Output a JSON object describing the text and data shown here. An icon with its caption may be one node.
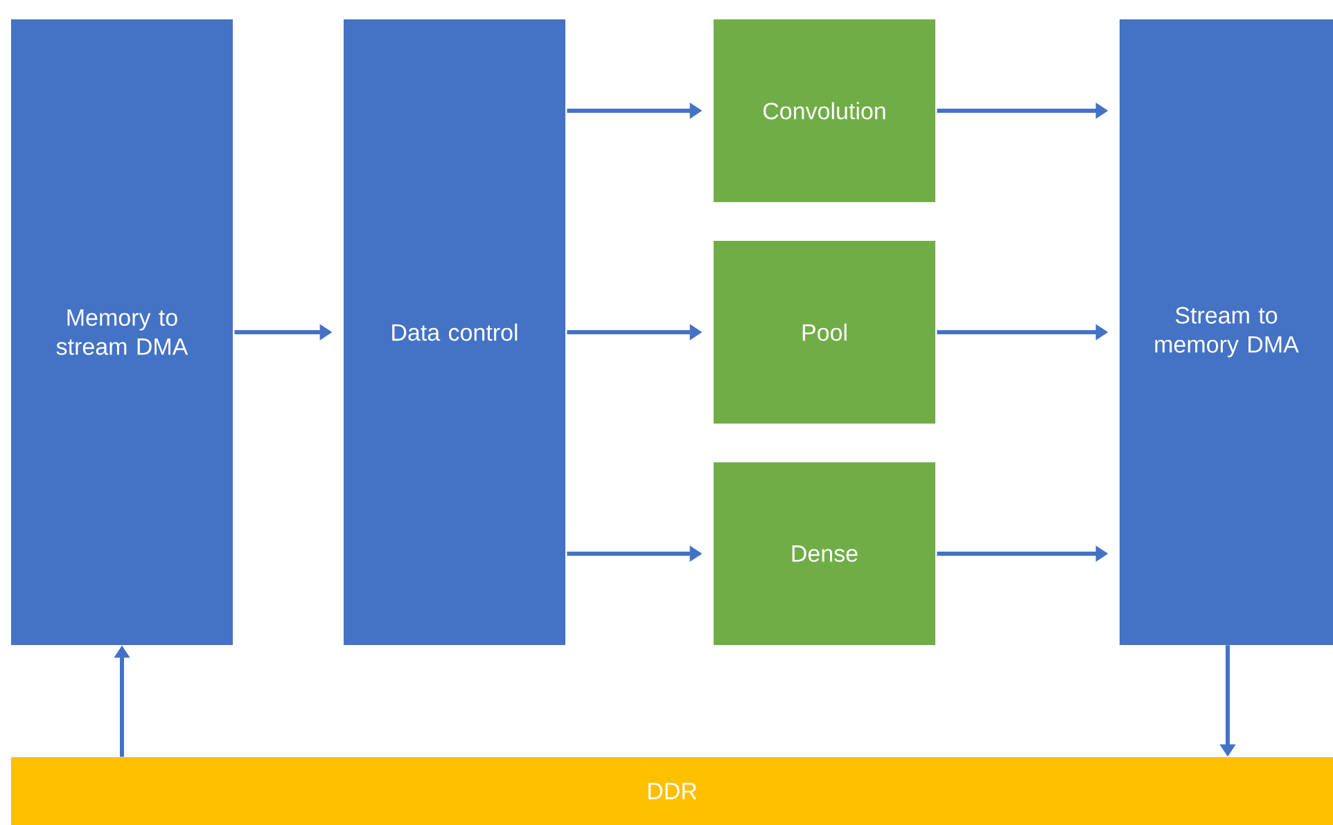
{
  "diagram": {
    "nodes": [
      {
        "text": [
          "Memory to stream DMA"
        ]
      },
      {
        "text": [
          "Data control"
        ]
      },
      {
        "text": [
          "Convolution"
        ]
      },
      {
        "text": [
          "Pool"
        ]
      },
      {
        "text": [
          "Dense"
        ]
      },
      {
        "text": [
          "Stream to memory DMA"
        ]
      },
      {
        "text": [
          "DDR"
        ]
      }
    ],
    "edges": [
      {
        "from": 0,
        "to": 1,
        "arrow": "to"
      },
      {
        "from": 1,
        "to": 2,
        "arrow": "to"
      },
      {
        "from": 1,
        "to": 3,
        "arrow": "to"
      },
      {
        "from": 1,
        "to": 4,
        "arrow": "to"
      },
      {
        "from": 2,
        "to": 5,
        "arrow": "to"
      },
      {
        "from": 3,
        "to": 5,
        "arrow": "to"
      },
      {
        "from": 4,
        "to": 5,
        "arrow": "to"
      },
      {
        "from": 6,
        "to": 0,
        "arrow": "to"
      },
      {
        "from": 5,
        "to": 6,
        "arrow": "to"
      }
    ]
  }
}
